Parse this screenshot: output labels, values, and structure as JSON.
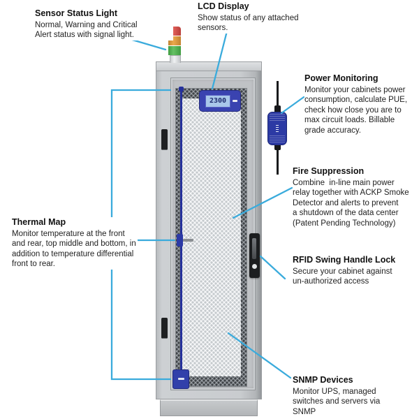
{
  "accent": {
    "callout_line_color": "#3aabdc"
  },
  "callouts": {
    "sensor": {
      "title": "Sensor Status Light",
      "body": "Normal, Warning and Critical\nAlert status with signal light."
    },
    "lcd": {
      "title": "LCD Display",
      "body": "Show status of any attached\nsensors."
    },
    "power": {
      "title": "Power Monitoring",
      "body": "Monitor your cabinets power\nconsumption, calculate PUE,\ncheck how close you are to\nmax circuit loads. Billable\ngrade accuracy."
    },
    "fire": {
      "title": "Fire Suppression",
      "body": "Combine  in-line main power\nrelay together with ACKP Smoke\nDetector and alerts to prevent\na shutdown of the data center\n(Patent Pending Technology)"
    },
    "thermal": {
      "title": "Thermal Map",
      "body": "Monitor temperature at the front\nand rear, top middle and bottom, in\naddition to temperature differential\nfront to rear."
    },
    "rfid": {
      "title": "RFID Swing Handle Lock",
      "body": "Secure your cabinet against\nun-authorized access"
    },
    "snmp": {
      "title": "SNMP Devices",
      "body": "Monitor UPS, managed\nswitches and servers via\nSNMP"
    }
  },
  "cabinet": {
    "lcd_value": "2300",
    "signal_light_colors": {
      "critical_red": "#d14a44",
      "warning_orange": "#dd9b3e",
      "normal_green": "#57b457"
    },
    "colors": {
      "frame_gray": "#c9cccf",
      "cable_blue": "#25319b",
      "device_blue": "#3a43b0",
      "mesh_dark": "#999ea3",
      "mesh_light": "#f7f8f9"
    }
  }
}
